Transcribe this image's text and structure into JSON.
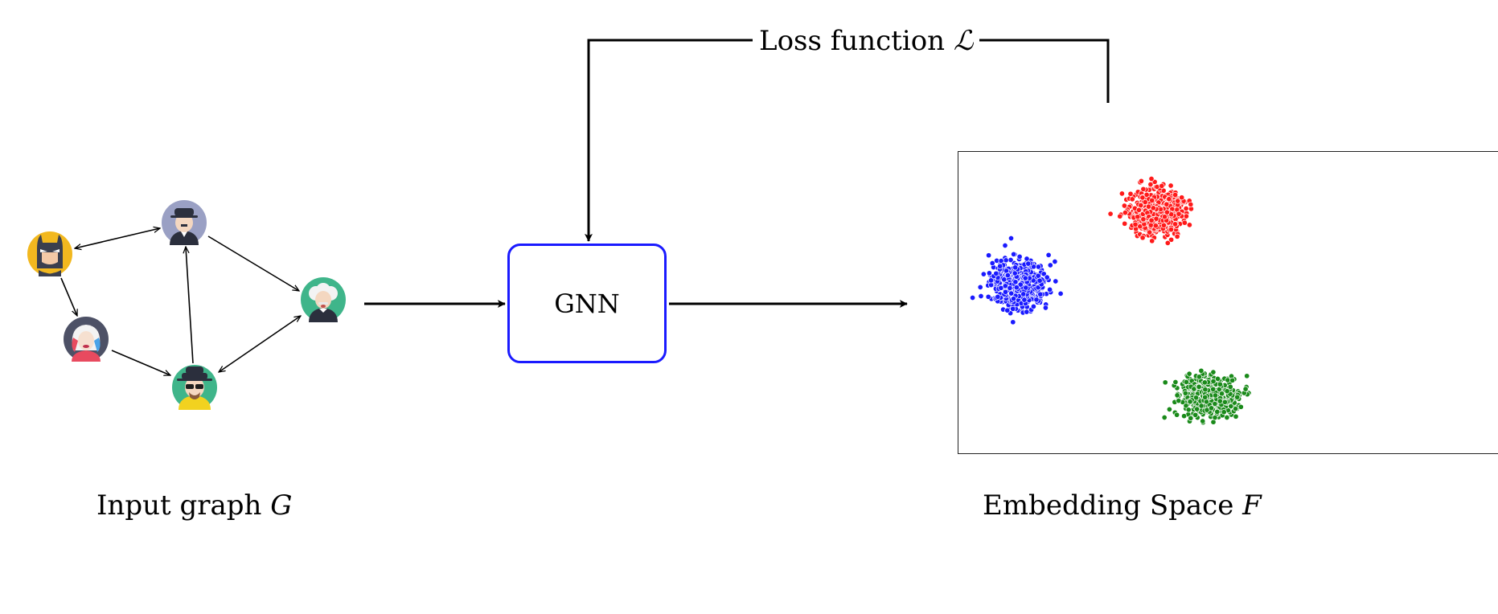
{
  "labels": {
    "loss_prefix": "Loss function ",
    "loss_symbol": "ℒ",
    "gnn": "GNN",
    "graph_caption_prefix": "Input graph ",
    "graph_caption_symbol": "G",
    "embed_caption_prefix": "Embedding Space ",
    "embed_caption_symbol": "F"
  },
  "colors": {
    "gnn_border": "#1a1aff",
    "cluster_blue": "#1a1aff",
    "cluster_red": "#ff1a1a",
    "cluster_green": "#1a8a1a"
  },
  "graph": {
    "nodes": [
      {
        "id": "batman",
        "icon": "batman-avatar-icon"
      },
      {
        "id": "chaplin",
        "icon": "chaplin-avatar-icon"
      },
      {
        "id": "einstein",
        "icon": "einstein-avatar-icon"
      },
      {
        "id": "harley",
        "icon": "harley-quinn-avatar-icon"
      },
      {
        "id": "heisenberg",
        "icon": "heisenberg-avatar-icon"
      }
    ],
    "edges": [
      {
        "from": "batman",
        "to": "chaplin",
        "bidirectional": true
      },
      {
        "from": "batman",
        "to": "harley",
        "bidirectional": false
      },
      {
        "from": "chaplin",
        "to": "einstein",
        "bidirectional": false
      },
      {
        "from": "harley",
        "to": "heisenberg",
        "bidirectional": false
      },
      {
        "from": "heisenberg",
        "to": "chaplin",
        "bidirectional": false
      },
      {
        "from": "heisenberg",
        "to": "einstein",
        "bidirectional": true
      }
    ]
  },
  "embedding": {
    "clusters": [
      {
        "name": "blue",
        "color": "#1a1aff",
        "points": 650
      },
      {
        "name": "red",
        "color": "#ff1a1a",
        "points": 650
      },
      {
        "name": "green",
        "color": "#1a8a1a",
        "points": 650
      }
    ]
  }
}
